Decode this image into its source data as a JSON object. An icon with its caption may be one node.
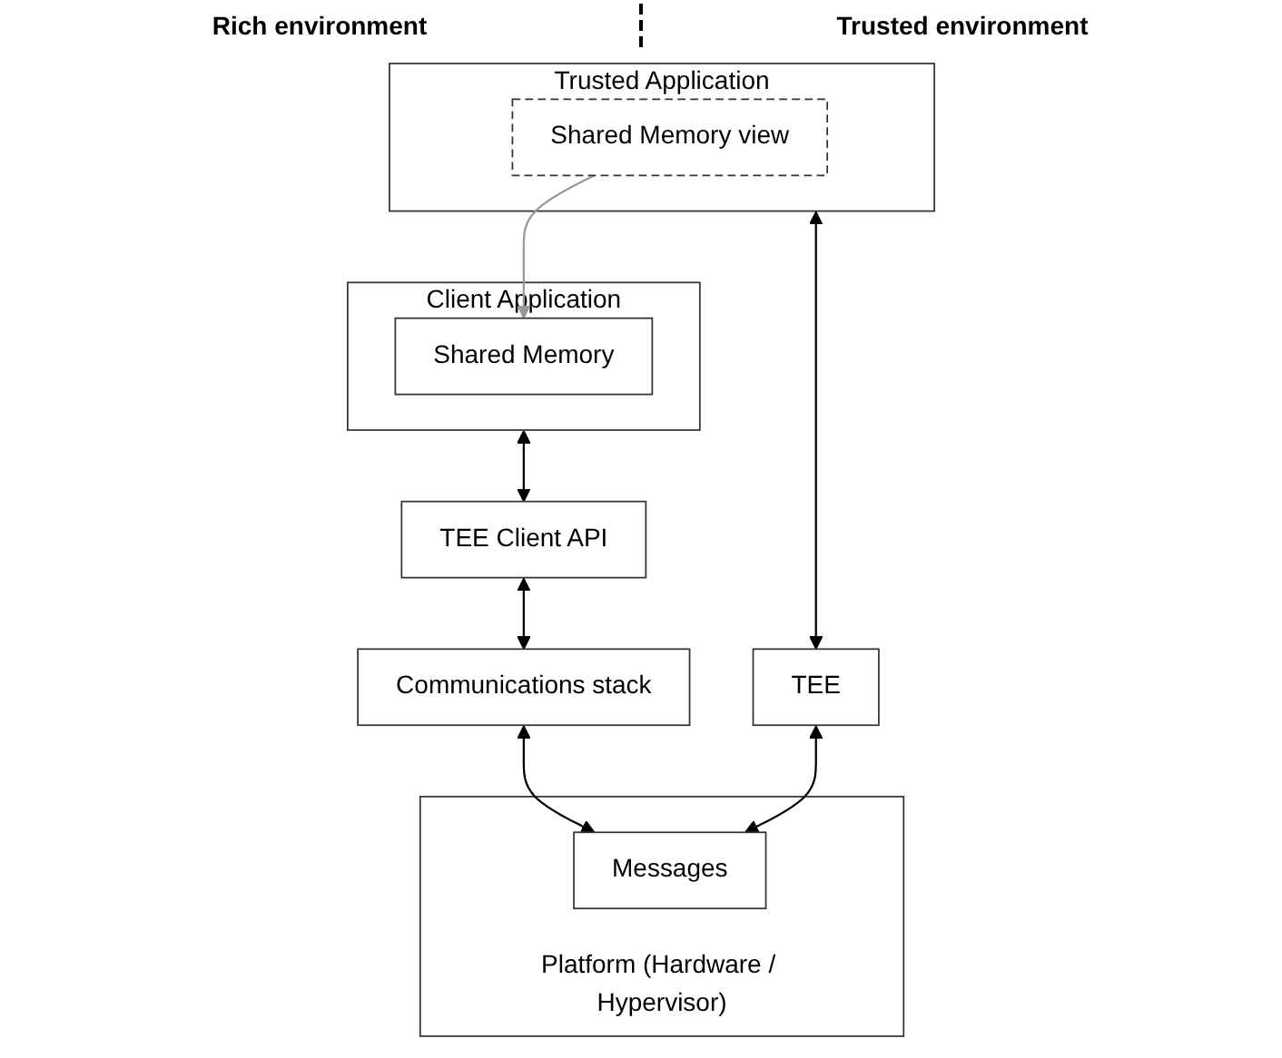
{
  "diagram": {
    "nodes": [
      {
        "text": [
          "Client Application"
        ]
      },
      {
        "text": [
          "Shared Memory"
        ],
        "in": 0
      },
      {
        "text": [
          "Trusted Application"
        ]
      },
      {
        "text": [
          "Shared Memory view"
        ],
        "in": 2
      },
      {
        "text": [
          "TEE Client API"
        ]
      },
      {
        "text": [
          "TEE"
        ]
      },
      {
        "text": [
          "Communications stack"
        ]
      },
      {
        "text": [
          "Platform (Hardware / Hypervisor)"
        ]
      },
      {
        "text": [
          "Messages"
        ],
        "in": 7
      }
    ],
    "edges": [
      {
        "from": 3,
        "to": 1,
        "arrow": "to",
        "color": "#999999"
      },
      {
        "from": 0,
        "to": 4,
        "arrow": "both"
      },
      {
        "from": 2,
        "to": 5,
        "arrow": "both"
      },
      {
        "from": 4,
        "to": 6,
        "arrow": "both"
      },
      {
        "from": 6,
        "to": 8,
        "arrow": "both"
      },
      {
        "from": 5,
        "to": 8,
        "arrow": "both"
      }
    ],
    "labels": [
      "Rich environment",
      "Trusted environment"
    ]
  }
}
